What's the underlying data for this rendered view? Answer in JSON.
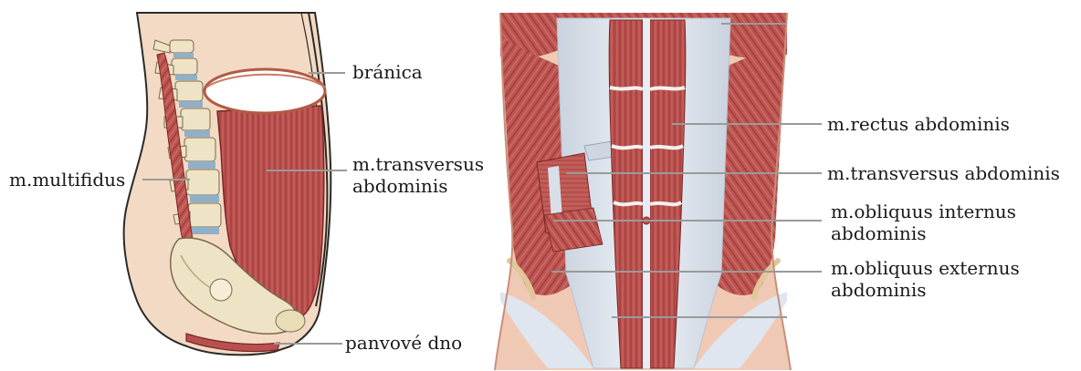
{
  "colors": {
    "muscle": "#b84f4f",
    "muscle_dark": "#8e2e2e",
    "muscle_light": "#d67d72",
    "fascia": "#dde4ee",
    "skin": "#f1d9c3",
    "bone": "#efe3c6",
    "disc": "#8fb0c8",
    "outline": "#2b2b2b",
    "pointer": "#9a9a9a"
  },
  "left_figure": {
    "labels": {
      "diaphragm": "bránica",
      "multifidus": "m.multifidus",
      "transversus_line1": "m.transversus",
      "transversus_line2": "abdominis",
      "pelvic_floor": "panvové dno"
    }
  },
  "right_figure": {
    "labels": {
      "rectus": "m.rectus abdominis",
      "transversus": "m.transversus abdominis",
      "obliquus_internus_line1": "m.obliquus internus",
      "obliquus_internus_line2": "abdominis",
      "obliquus_externus_line1": "m.obliquus externus",
      "obliquus_externus_line2": "abdominis"
    }
  }
}
